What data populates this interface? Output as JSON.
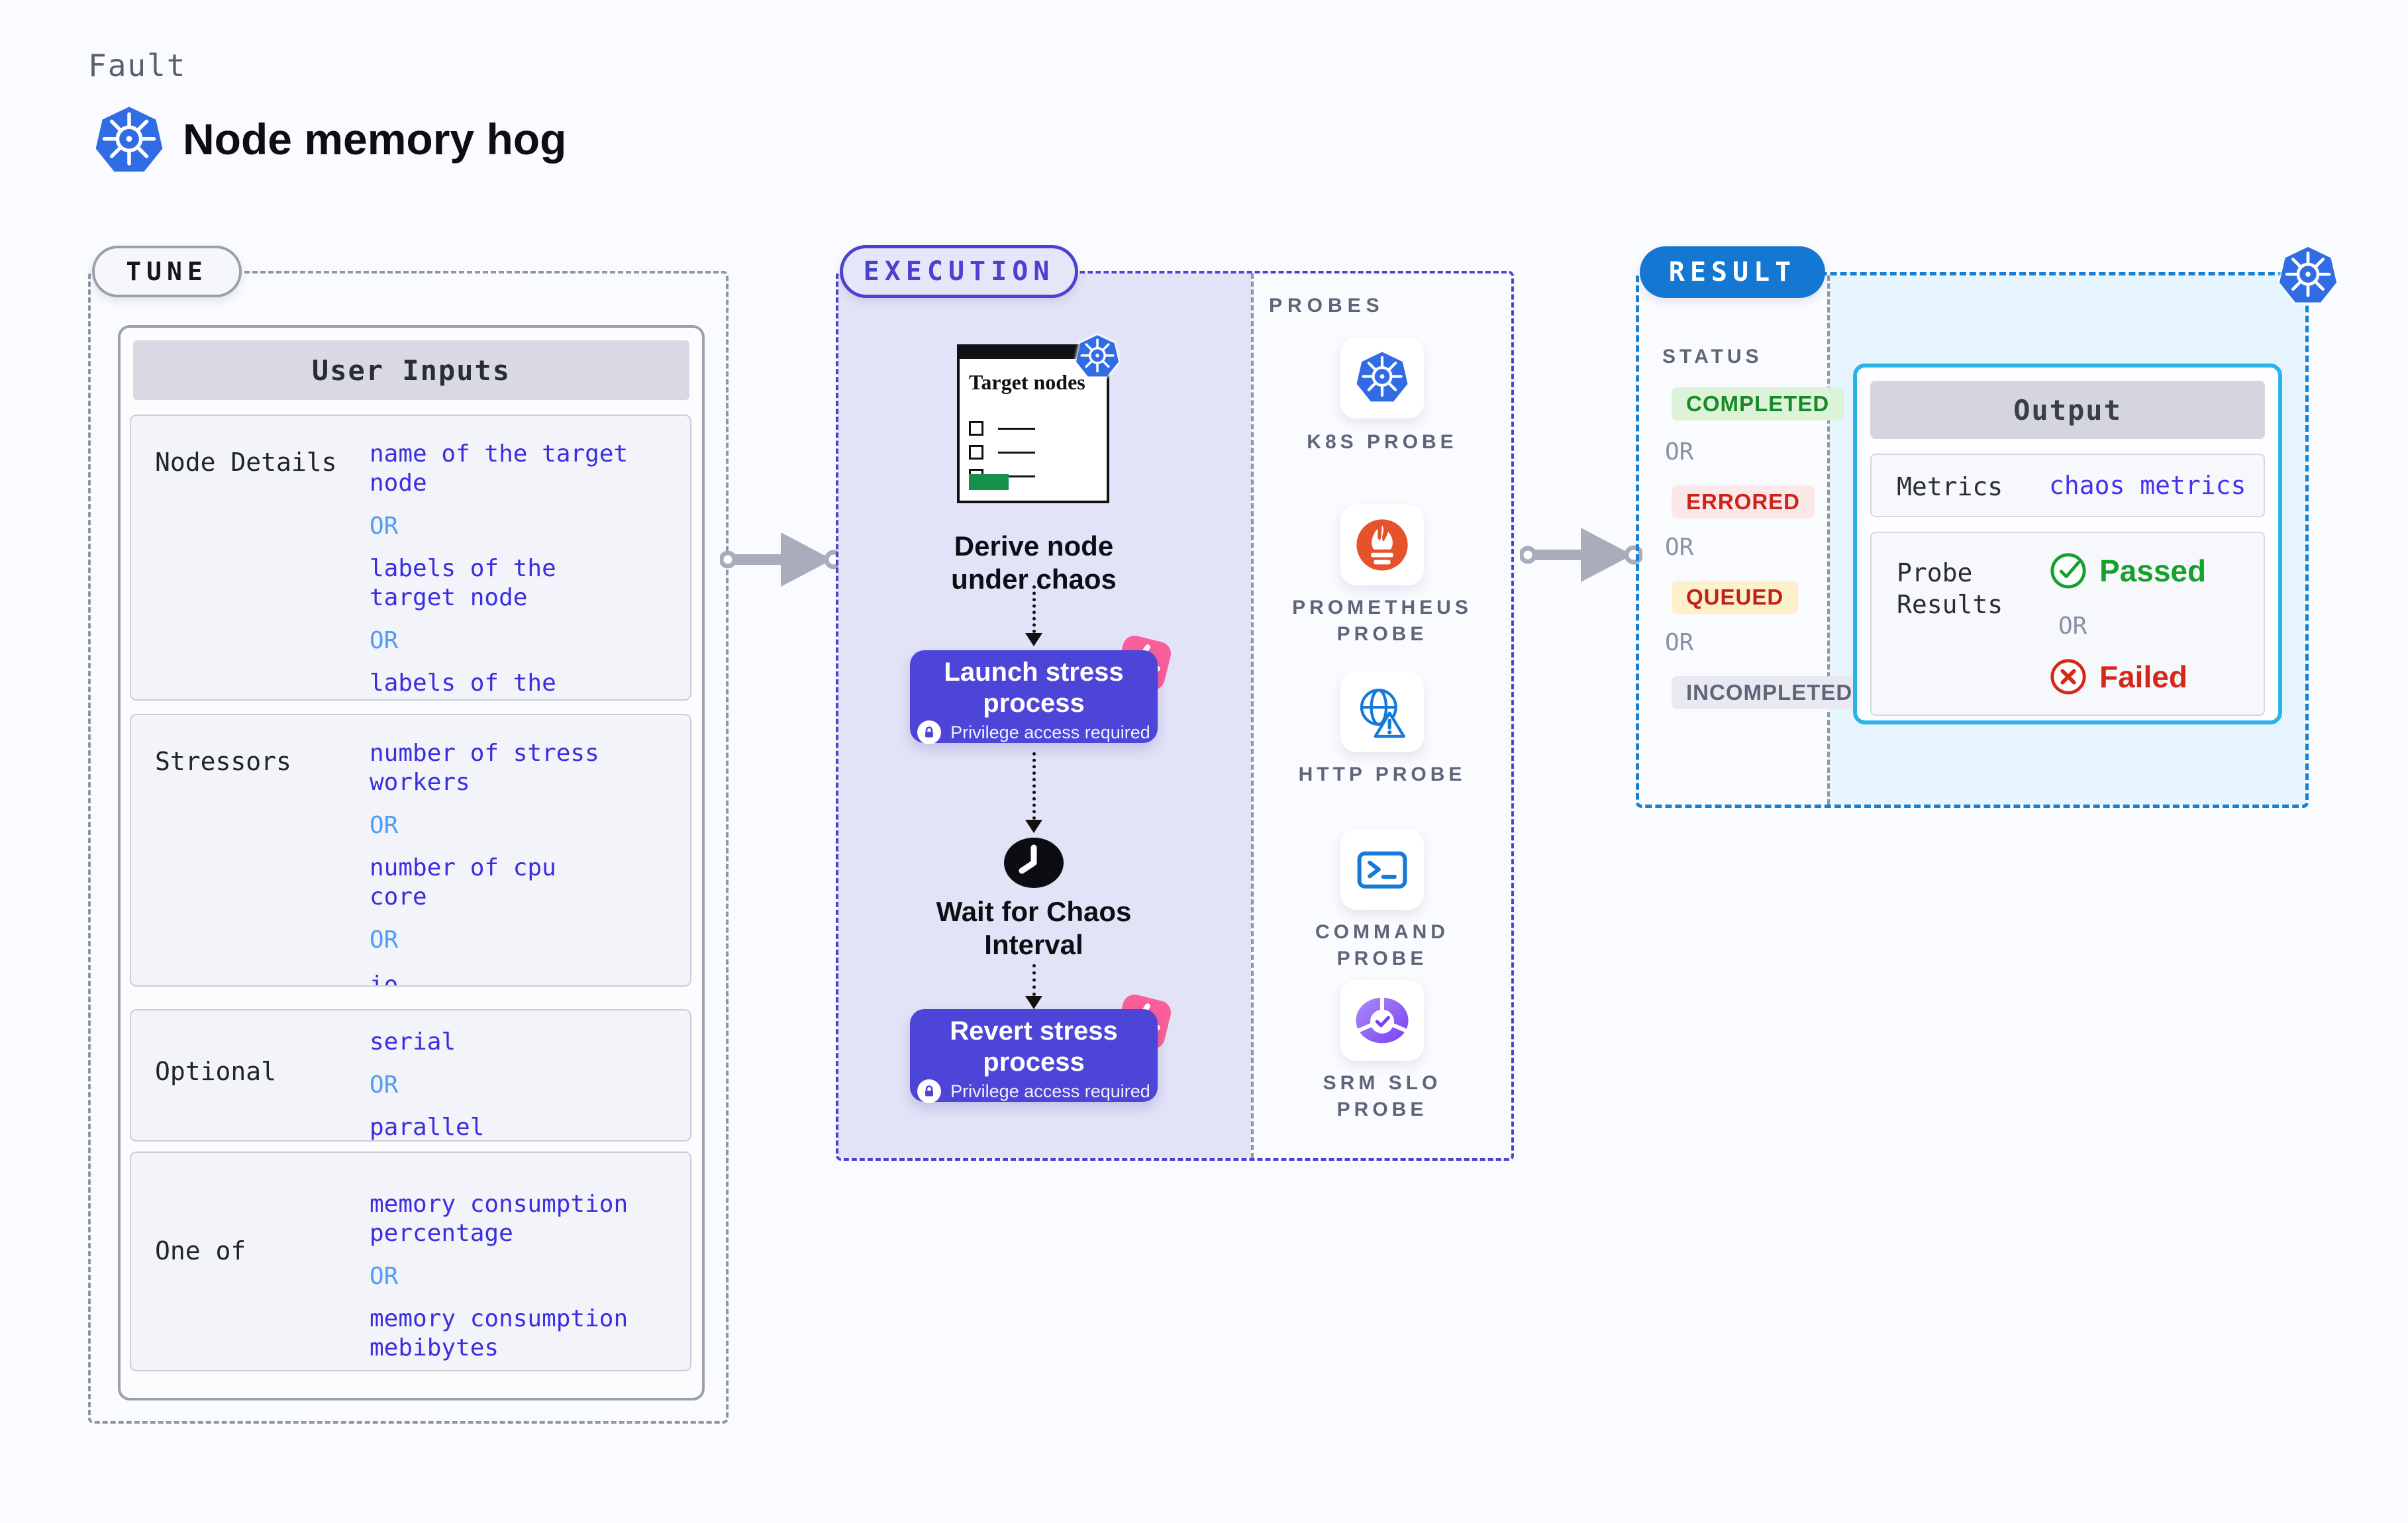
{
  "header": {
    "eyebrow": "Fault",
    "title": "Node memory hog"
  },
  "tune": {
    "badge": "TUNE",
    "panel_title": "User Inputs",
    "rows": [
      {
        "label": "Node Details",
        "items": [
          "name of the target\nnode",
          "OR",
          "labels of the\ntarget node",
          "OR",
          "labels of the application\nscheduled on target node"
        ]
      },
      {
        "label": "Stressors",
        "items": [
          "number of stress\nworkers",
          "OR",
          "number of cpu\ncore",
          "OR",
          "io"
        ]
      },
      {
        "label": "Optional",
        "items": [
          "serial",
          "OR",
          "parallel"
        ]
      },
      {
        "label": "One of",
        "items": [
          "memory consumption\npercentage",
          "OR",
          "memory consumption\nmebibytes"
        ]
      }
    ]
  },
  "execution": {
    "badge": "EXECUTION",
    "target_card_title": "Target nodes",
    "derive_label": "Derive node under chaos",
    "launch": {
      "title": "Launch stress process",
      "note": "Privilege access required"
    },
    "wait_label": "Wait for Chaos Interval",
    "revert": {
      "title": "Revert stress process",
      "note": "Privilege access required"
    }
  },
  "probes": {
    "label": "PROBES",
    "items": [
      {
        "name": "K8S PROBE"
      },
      {
        "name": "PROMETHEUS PROBE"
      },
      {
        "name": "HTTP PROBE"
      },
      {
        "name": "COMMAND PROBE"
      },
      {
        "name": "SRM SLO PROBE"
      }
    ]
  },
  "result": {
    "badge": "RESULT",
    "status_label": "STATUS",
    "or": "OR",
    "statuses": [
      "COMPLETED",
      "ERRORED",
      "QUEUED",
      "INCOMPLETED"
    ],
    "output": {
      "title": "Output",
      "metrics_label": "Metrics",
      "metrics_value": "chaos metrics",
      "probe_label": "Probe Results",
      "passed": "Passed",
      "failed": "Failed"
    }
  },
  "colors": {
    "page_bg": "#fafbff",
    "execution_bg": "#e3e3f8",
    "execution_accent": "#4a43cf",
    "result_accent": "#1478d2",
    "result_bg": "#e6f5fd",
    "output_border": "#29b3e8",
    "process_button": "#4d44d8",
    "ribbon_pink": "#fa5f98",
    "value_blue": "#392fdf",
    "or_blue": "#4f9df5",
    "kubernetes_blue": "#326ce5",
    "prometheus_orange": "#e6522c",
    "probe_icon_blue": "#1479d8",
    "srm_purple": "#8b5cf6",
    "passed_green": "#16a02c",
    "failed_red": "#d6281a",
    "completed": "#178a25",
    "errored": "#cf2318",
    "queued": "#c02215",
    "incompleted": "#5f6478",
    "target_green": "#15914a"
  }
}
